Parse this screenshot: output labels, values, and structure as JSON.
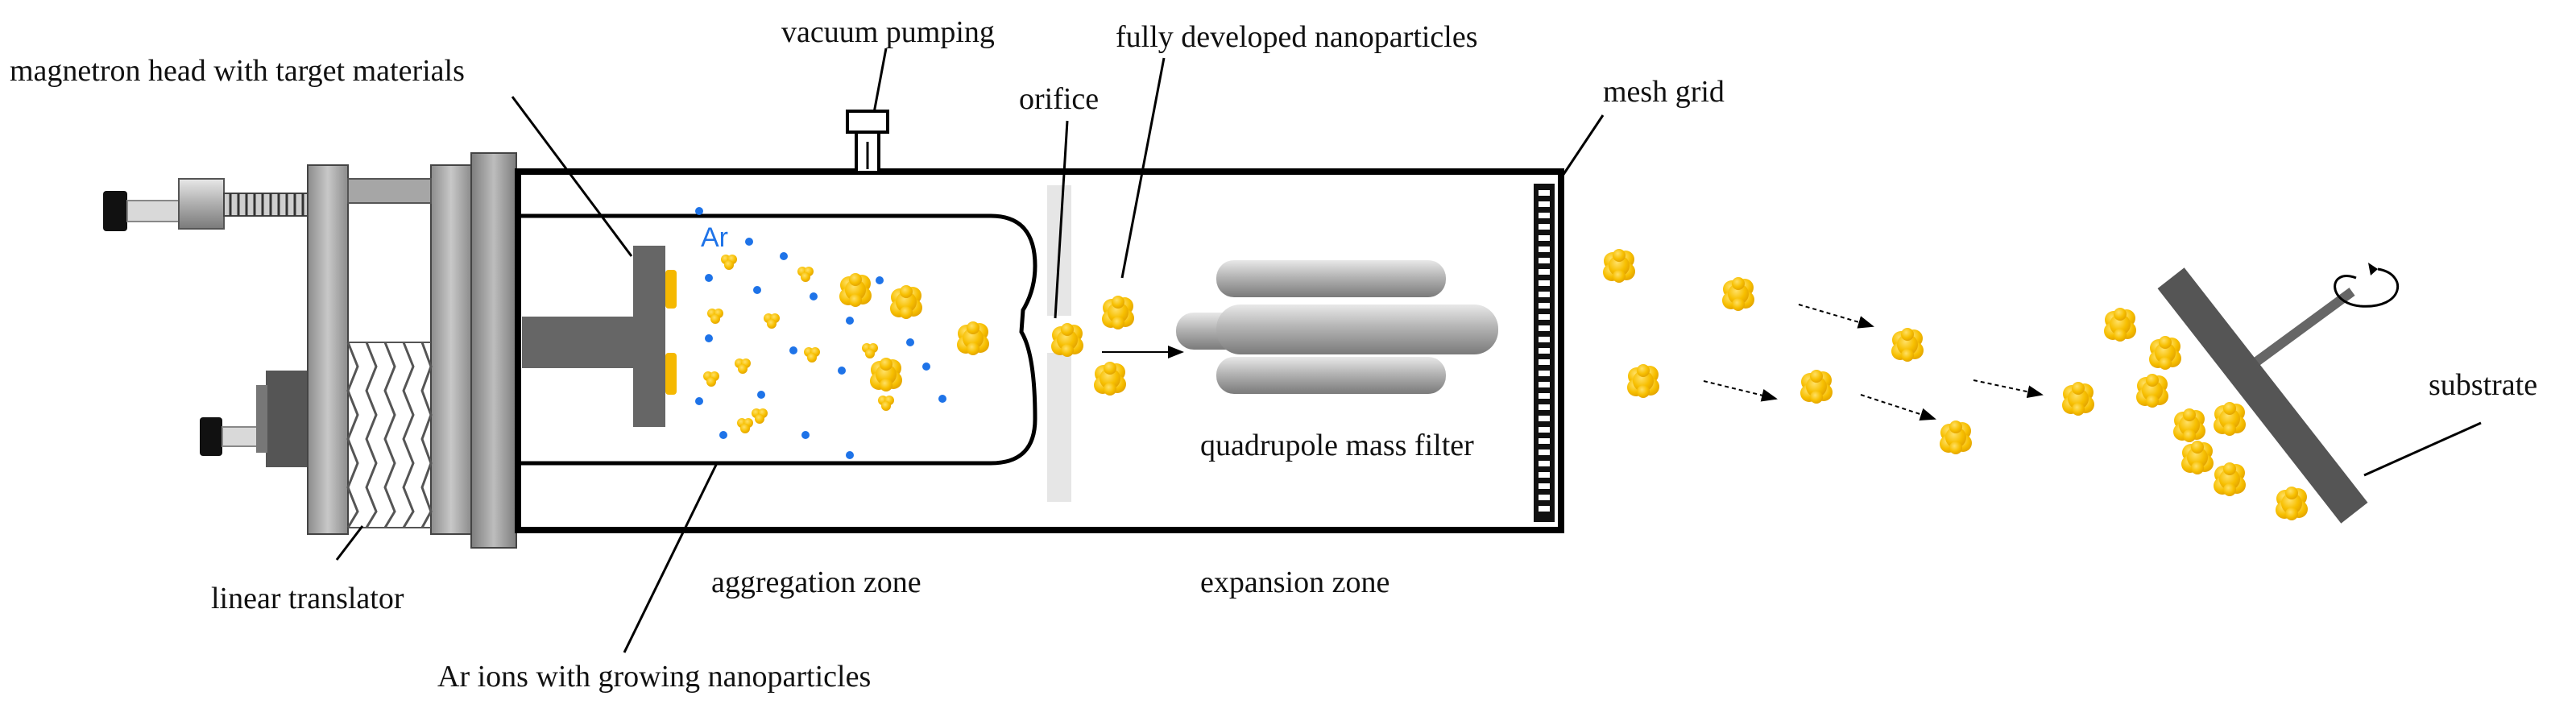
{
  "labels": {
    "magnetron": "magnetron head with target materials",
    "vacuum": "vacuum pumping",
    "nanoparticles": "fully developed nanoparticles",
    "orifice": "orifice",
    "mesh": "mesh grid",
    "quadrupole": "quadrupole mass filter",
    "substrate": "substrate",
    "translator": "linear translator",
    "aggregation": "aggregation zone",
    "expansion": "expansion zone",
    "ar_ions": "Ar ions with growing nanoparticles",
    "ar": "Ar"
  },
  "colors": {
    "particle": "#f5b800",
    "particle_light": "#ffd633",
    "ion": "#1e73e8",
    "metal_dark": "#555555",
    "metal_mid": "#9a9a9a",
    "line": "#000000"
  },
  "icons": {
    "rotation": "rotation-arrow-icon"
  }
}
